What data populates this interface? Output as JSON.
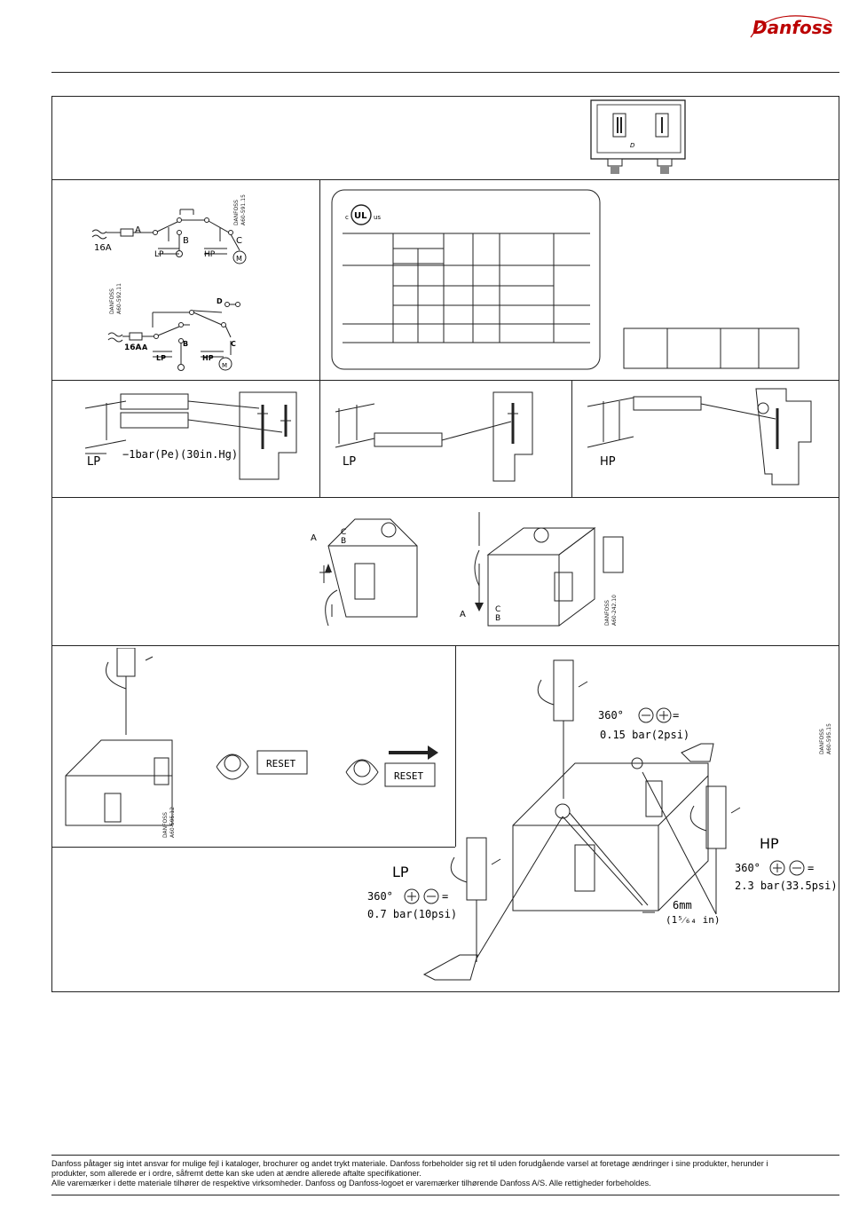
{
  "brand": "Danfoss",
  "wiring": {
    "fuse": "16A",
    "terminals": [
      "A",
      "B",
      "C",
      "D"
    ],
    "lp": "LP",
    "hp": "HP",
    "motor": "M",
    "drawing_nos": [
      "DANFOSS A60-591.15",
      "DANFOSS A60-592.11"
    ]
  },
  "ul": {
    "left": "c",
    "mark": "UL",
    "right": "us"
  },
  "ranges": {
    "lp1_label": "LP",
    "lp1_note": "−1bar(Pe)(30in.Hg)",
    "lp2_label": "LP",
    "hp_label": "HP"
  },
  "reset_section": {
    "drawing_no": "DANFOSS A60-242.10"
  },
  "reset_buttons": {
    "label1": "RESET",
    "label2": "RESET",
    "drawing_no": "DANFOSS A60-595.12"
  },
  "adjustment": {
    "drawing_no": "DANFOSS A60-595.15",
    "diff_rotation": "360°",
    "diff_value": "0.15  bar(2psi)",
    "lp_title": "LP",
    "lp_rotation": "360°",
    "lp_value": "0.7  bar(10psi)",
    "hp_title": "HP",
    "hp_rotation": "360°",
    "hp_value": "2.3  bar(33.5psi)",
    "gap": "6mm",
    "gap_in": "(1⁵⁄₆₄ in)"
  },
  "footer": {
    "line1": "Danfoss påtager sig intet ansvar for mulige fejl i kataloger, brochurer og andet trykt materiale. Danfoss forbeholder sig ret til uden forudgående varsel at foretage ændringer i sine produkter, herunder i",
    "line2": "produkter, som allerede er i ordre, såfremt dette kan ske uden at ændre allerede aftalte specifikationer.",
    "line3": "Alle varemærker i dette materiale tilhører de respektive virksomheder. Danfoss og Danfoss-logoet er varemærker tilhørende Danfoss A/S. Alle rettigheder forbeholdes."
  }
}
